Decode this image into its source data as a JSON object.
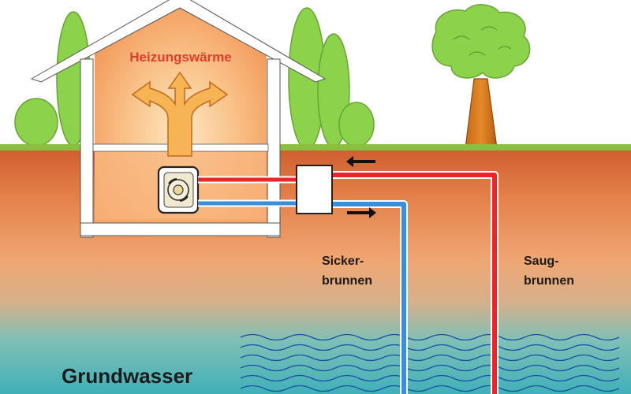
{
  "labels": {
    "heating": "Heizungswärme",
    "injection_well_line1": "Sicker-",
    "injection_well_line2": "brunnen",
    "supply_well_line1": "Saug-",
    "supply_well_line2": "brunnen",
    "groundwater": "Grundwasser"
  },
  "icons": {
    "heat_arrows": "three-way-heat-arrow-icon",
    "heat_pump": "heat-pump-icon",
    "heat_exchanger": "heat-exchanger-icon",
    "flow_inward": "arrow-left-icon",
    "flow_outward": "arrow-right-icon"
  },
  "colors": {
    "sky": "#ffffff",
    "grass": "#8cbf3f",
    "soil_top": "#d06a3a",
    "soil_mid": "#eea070",
    "water": "#3fb0b8",
    "house_glow": "#f7a760",
    "house_walls": "#ffffff",
    "supply_pipe": "#e8252a",
    "return_pipe": "#3a8fdd",
    "heating_text": "#e63a2a",
    "tree_trunk": "#d77a1f",
    "foliage": "#8cd24a",
    "water_lines": "#1b4fa5",
    "text_dark": "#1a1a1a"
  }
}
